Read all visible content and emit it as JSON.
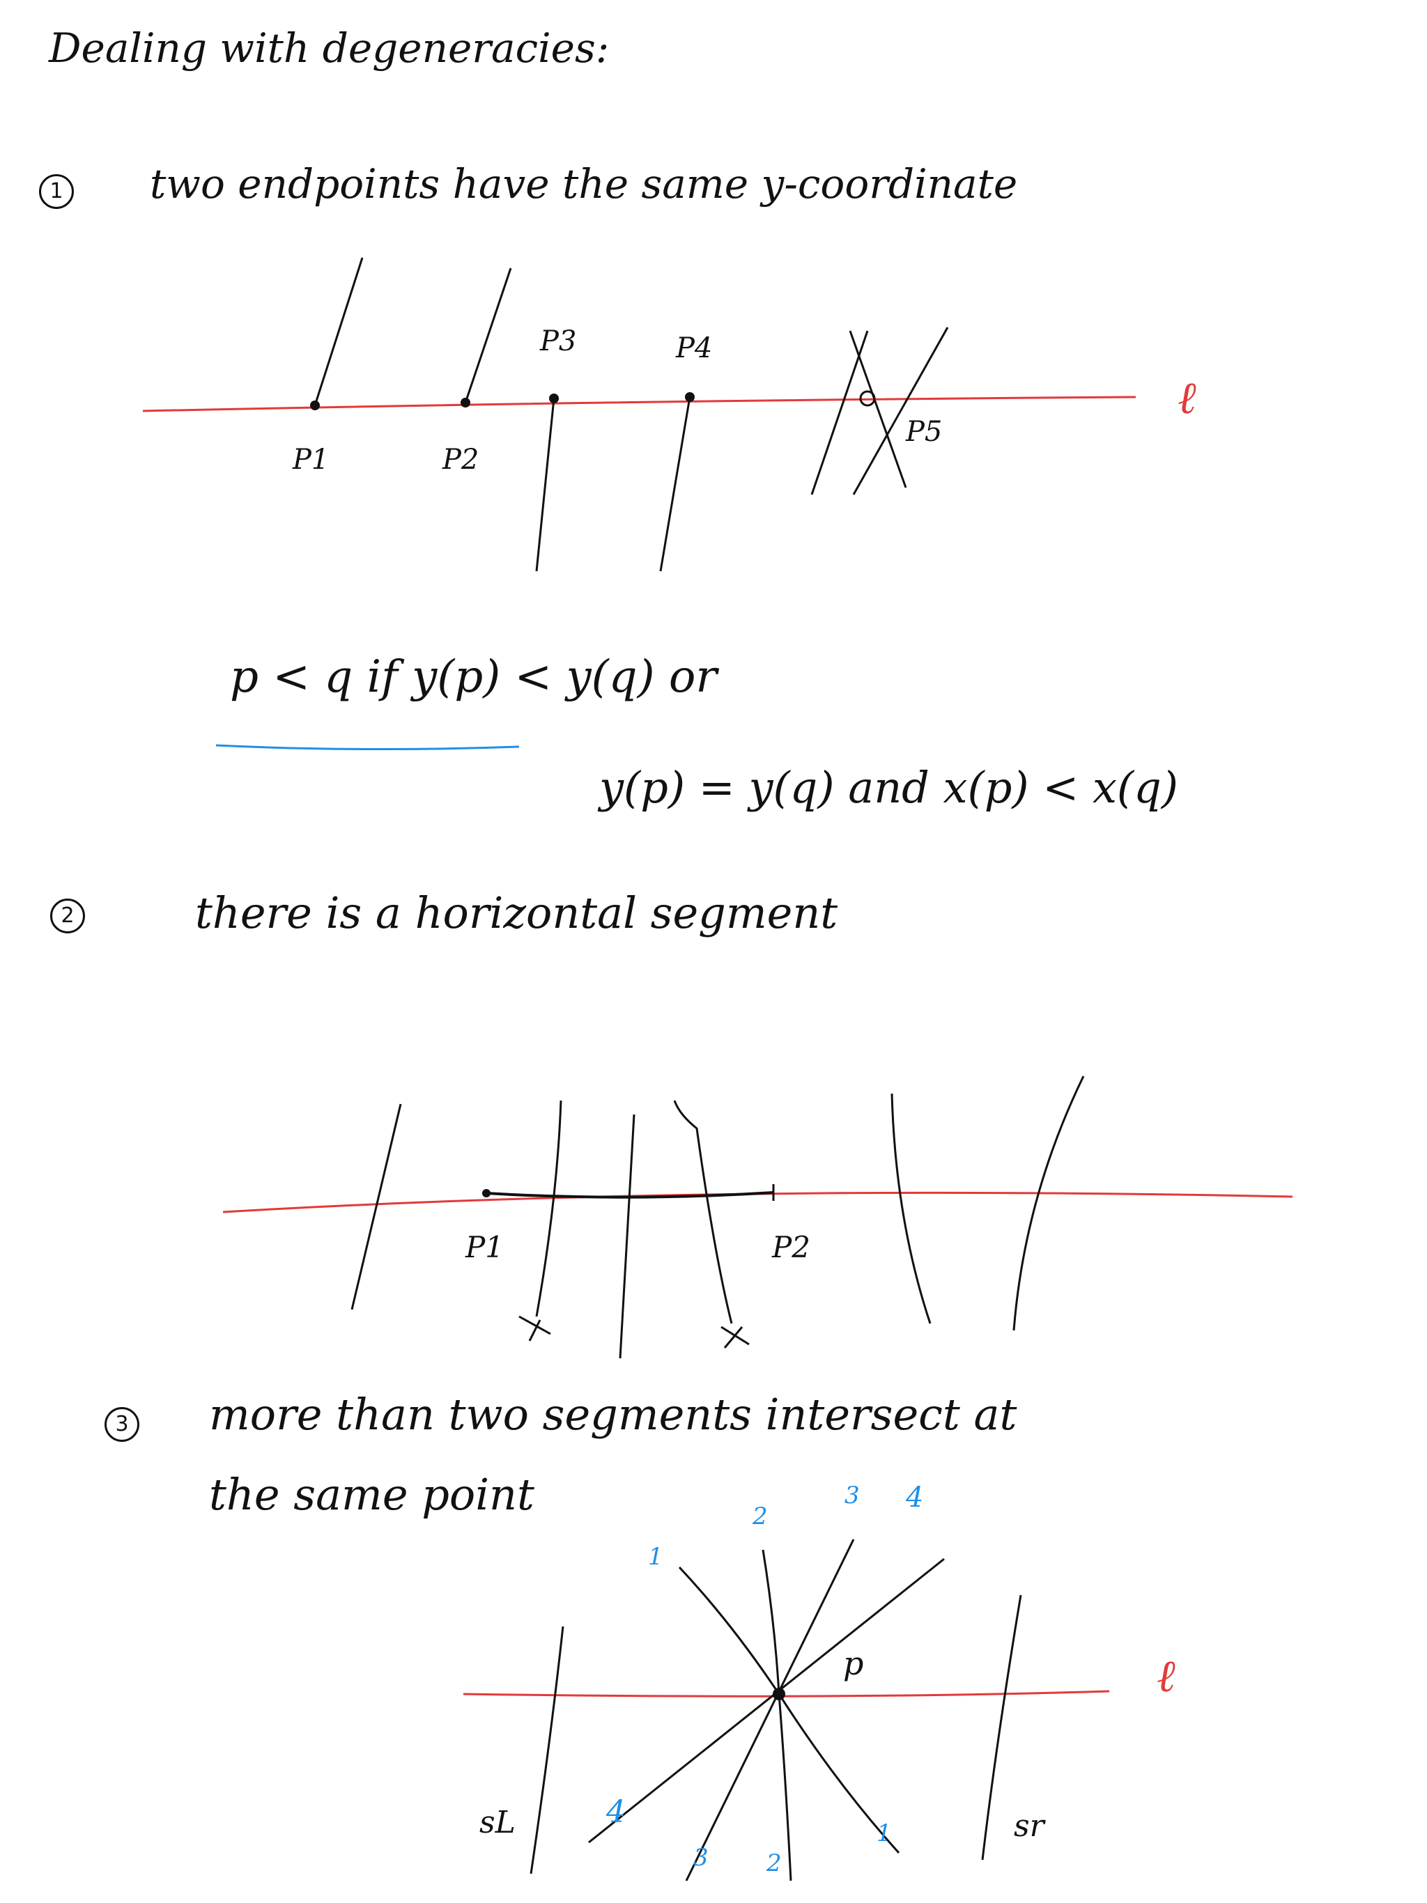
{
  "heading": "Dealing with degeneracies:",
  "case1": {
    "number": "1",
    "text": "two endpoints have the same y-coordinate",
    "points": [
      "P1",
      "P2",
      "P3",
      "P4",
      "P5"
    ],
    "sweep_mark": "ℓ",
    "order_rule_line1": "p < q if  y(p) < y(q)  or",
    "order_rule_line2": "y(p) = y(q) and x(p) < x(q)"
  },
  "case2": {
    "number": "2",
    "text": "there is a horizontal segment",
    "points": [
      "P1",
      "P2"
    ]
  },
  "case3": {
    "number": "3",
    "text_line1": "more than two segments intersect at",
    "text_line2": "the same point",
    "upper_order": [
      "1",
      "2",
      "3",
      "4"
    ],
    "lower_order": [
      "4",
      "3",
      "2",
      "1"
    ],
    "point": "p",
    "left_segment": "sL",
    "right_segment": "sr",
    "sweep_mark": "ℓ"
  },
  "colors": {
    "ink": "#111111",
    "sweep_line": "#e23a3a",
    "annotation": "#1f8fe6"
  }
}
